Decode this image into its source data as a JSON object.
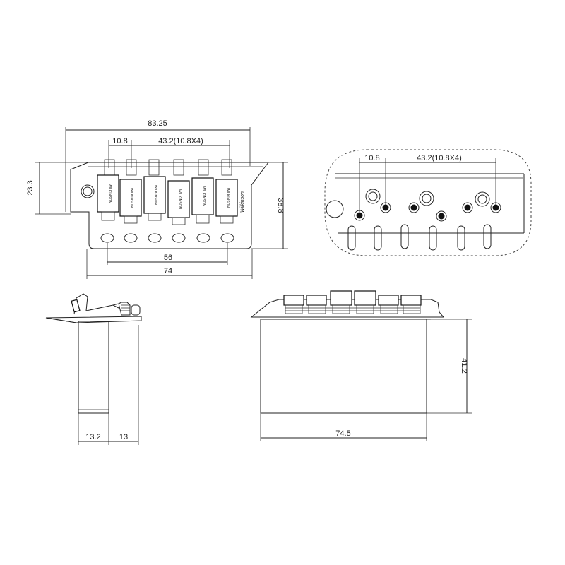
{
  "top_view": {
    "overall_width": "83.25",
    "string_spacing": "10.8",
    "span_label": "43.2(10.8X4)",
    "height_short": "23.3",
    "height_full": "38.8",
    "screw_span": "56",
    "plate_width": "74",
    "saddle_brand": "WILKINSON",
    "bridge_brand_mark": "Wilkinson"
  },
  "detail_view": {
    "string_spacing": "10.8",
    "span_label": "43.2(10.8X4)"
  },
  "side_view": {
    "block_depth": "13.2",
    "block_offset": "13"
  },
  "rear_view": {
    "block_height": "41.2",
    "block_width": "74.5"
  },
  "colors": {
    "line": "#222222",
    "background": "#ffffff"
  }
}
